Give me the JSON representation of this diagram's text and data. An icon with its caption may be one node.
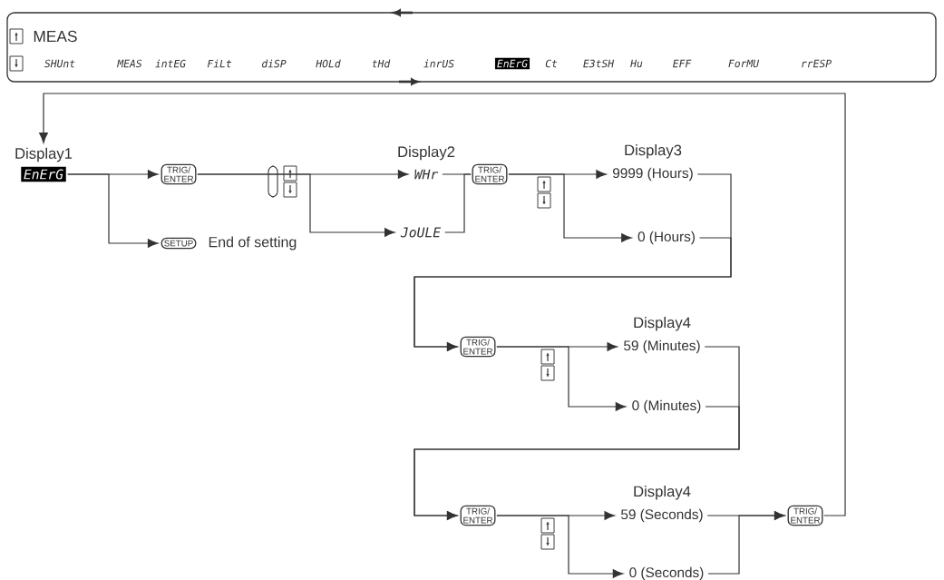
{
  "diagram": {
    "nodes": [
      {
        "text": [
          "MEAS"
        ]
      },
      {
        "text": [
          "SHUnt"
        ],
        "in": 0
      },
      {
        "text": [
          "MEAS"
        ],
        "in": 0
      },
      {
        "text": [
          "intEG"
        ],
        "in": 0
      },
      {
        "text": [
          "FiLt"
        ],
        "in": 0
      },
      {
        "text": [
          "diSP"
        ],
        "in": 0
      },
      {
        "text": [
          "HOLd"
        ],
        "in": 0
      },
      {
        "text": [
          "tHd"
        ],
        "in": 0
      },
      {
        "text": [
          "inrUS"
        ],
        "in": 0
      },
      {
        "text": [
          "EnErG"
        ],
        "in": 0
      },
      {
        "text": [
          "Ct"
        ],
        "in": 0
      },
      {
        "text": [
          "E3tSH"
        ],
        "in": 0
      },
      {
        "text": [
          "Hu"
        ],
        "in": 0
      },
      {
        "text": [
          "EFF"
        ],
        "in": 0
      },
      {
        "text": [
          "ForMU"
        ],
        "in": 0
      },
      {
        "text": [
          "rrESP"
        ],
        "in": 0
      },
      {
        "text": [
          "Display1",
          "EnErG"
        ]
      },
      {
        "text": [
          "TRIG/ ENTER"
        ]
      },
      {
        "text": [
          "SETUP"
        ],
        "beside": [
          "End of setting"
        ]
      },
      {
        "text": [
          "WHr"
        ],
        "beside": [
          "Display2"
        ]
      },
      {
        "text": [
          "JoULE"
        ]
      },
      {
        "text": [
          "TRIG/ ENTER"
        ]
      },
      {
        "text": [
          "9999 (Hours)"
        ],
        "beside": [
          "Display3"
        ]
      },
      {
        "text": [
          "0 (Hours)"
        ]
      },
      {
        "text": [
          "TRIG/ ENTER"
        ]
      },
      {
        "text": [
          "59 (Minutes)"
        ],
        "beside": [
          "Display4"
        ]
      },
      {
        "text": [
          "0 (Minutes)"
        ]
      },
      {
        "text": [
          "TRIG/ ENTER"
        ]
      },
      {
        "text": [
          "59 (Seconds)"
        ],
        "beside": [
          "Display4"
        ]
      },
      {
        "text": [
          "0 (Seconds)"
        ]
      },
      {
        "text": [
          "TRIG/ ENTER"
        ]
      }
    ],
    "edges": [
      {
        "from": 16,
        "to": 17,
        "arrow": "to"
      },
      {
        "from": 16,
        "to": 18,
        "arrow": "to"
      },
      {
        "from": 17,
        "to": 19,
        "arrow": "to"
      },
      {
        "from": 17,
        "to": 20,
        "arrow": "to"
      },
      {
        "from": 19,
        "to": 21,
        "arrow": "none"
      },
      {
        "from": 20,
        "to": 21,
        "arrow": "none"
      },
      {
        "from": 21,
        "to": 22,
        "arrow": "to"
      },
      {
        "from": 21,
        "to": 23,
        "arrow": "to"
      },
      {
        "from": 22,
        "to": 24,
        "arrow": "to"
      },
      {
        "from": 23,
        "to": 24,
        "arrow": "to"
      },
      {
        "from": 24,
        "to": 25,
        "arrow": "to"
      },
      {
        "from": 24,
        "to": 26,
        "arrow": "to"
      },
      {
        "from": 25,
        "to": 27,
        "arrow": "to"
      },
      {
        "from": 26,
        "to": 27,
        "arrow": "to"
      },
      {
        "from": 27,
        "to": 28,
        "arrow": "to"
      },
      {
        "from": 27,
        "to": 29,
        "arrow": "to"
      },
      {
        "from": 28,
        "to": 30,
        "arrow": "to"
      },
      {
        "from": 29,
        "to": 30,
        "arrow": "to"
      },
      {
        "from": 30,
        "to": 16,
        "arrow": "to"
      }
    ]
  }
}
